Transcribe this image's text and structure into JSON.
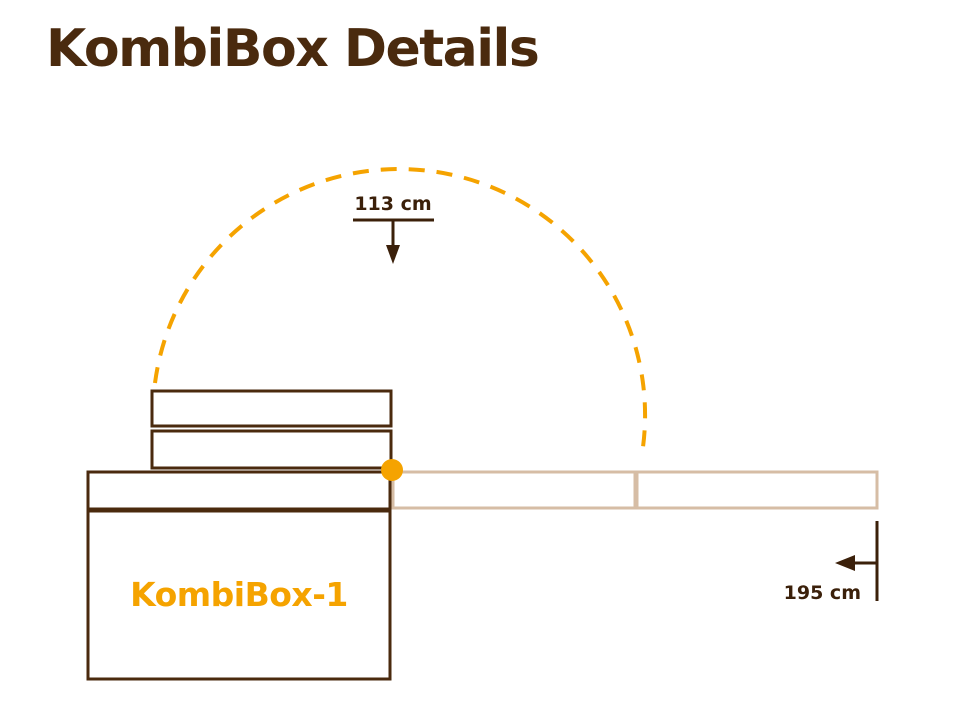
{
  "title": "KombiBox Details",
  "diagram": {
    "box_label": "KombiBox-1",
    "height_dimension": "113 cm",
    "length_dimension": "195 cm"
  },
  "colors": {
    "title": "#4a2a0e",
    "outline": "#4a2a0e",
    "accent": "#f5a300",
    "extended_panel": "#d6bda5",
    "dimension_text": "#3b200a"
  },
  "icons": {
    "hinge": "hinge-dot-icon",
    "down_arrow": "arrow-down-icon",
    "left_arrow": "arrow-left-icon"
  }
}
